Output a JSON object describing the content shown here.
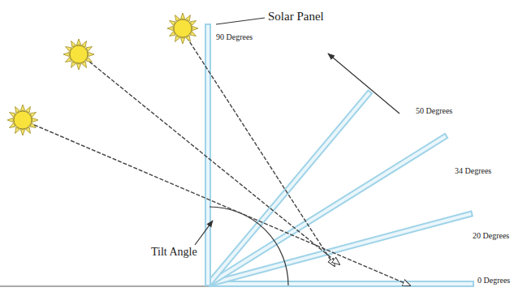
{
  "diagram": {
    "labels": [
      "Solar Panel",
      "90 Degrees",
      "50 Degrees",
      "34 Degrees",
      "20 Degrees",
      "0 Degrees",
      "Tilt Angle"
    ]
  }
}
